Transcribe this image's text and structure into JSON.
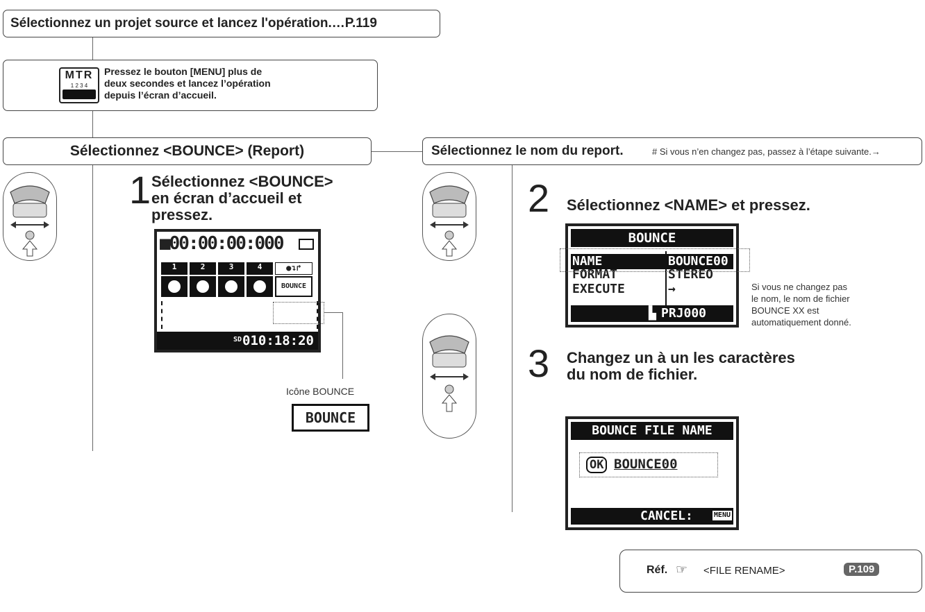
{
  "header_box": {
    "text": "Sélectionnez un projet source et lancez l'opération.…P.119"
  },
  "mtr_box": {
    "badge_top": "MTR",
    "badge_nums": "1 2 3 4",
    "text_lines": [
      "Pressez le bouton [MENU] plus de",
      "deux secondes et lancez l’opération",
      "depuis l’écran d’accueil."
    ]
  },
  "section_left": {
    "title": "Sélectionnez <BOUNCE> (Report)"
  },
  "section_right": {
    "title": "Sélectionnez le nom du report.",
    "note": "# Si vous n’en changez pas, passez à l’étape suivante.→"
  },
  "step1": {
    "number": "1",
    "lines": [
      "Sélectionnez <BOUNCE>",
      "en écran d’accueil et",
      "pressez."
    ],
    "lcd": {
      "counter": "■00:00:00:000",
      "tracks": [
        "1",
        "2",
        "3",
        "4"
      ],
      "bounce_label": "BOUNCE",
      "remaining": "010:18:20",
      "sd": "SD"
    },
    "icon_caption": "Icône BOUNCE",
    "icon_label": "BOUNCE"
  },
  "step2": {
    "number": "2",
    "title": "Sélectionnez <NAME> et pressez.",
    "lcd": {
      "header": "BOUNCE",
      "rows": [
        {
          "key": "NAME",
          "value": "BOUNCE00"
        },
        {
          "key": "FORMAT",
          "value": "STEREO"
        },
        {
          "key": "EXECUTE",
          "value": "→"
        }
      ],
      "footer": "PRJ000"
    },
    "note_lines": [
      "Si vous ne changez pas",
      "le nom, le nom de fichier",
      "BOUNCE XX est",
      "automatiquement donné."
    ]
  },
  "step3": {
    "number": "3",
    "lines": [
      "Changez un à un les caractères",
      "du nom de fichier."
    ],
    "lcd": {
      "header": "BOUNCE FILE NAME",
      "ok": "OK",
      "name": "BOUNCE00",
      "footer": "CANCEL:",
      "menu": "MENU"
    }
  },
  "ref_box": {
    "label": "Réf.",
    "target": "<FILE RENAME>",
    "page": "P.109"
  }
}
